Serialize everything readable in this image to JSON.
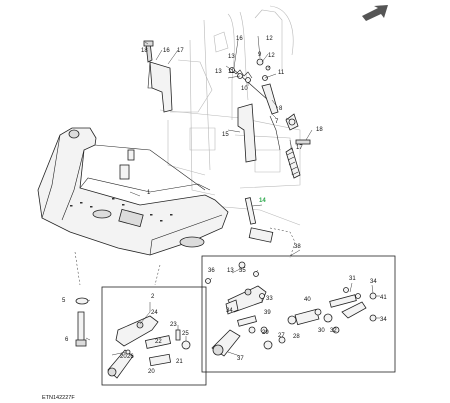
{
  "diagram": {
    "code": "ETN142227F",
    "highlight_color": "#2aa84a",
    "labels": {
      "l1": "1",
      "l2": "2",
      "l5": "5",
      "l6": "6",
      "l7": "7",
      "l8": "8",
      "l9": "9",
      "l10": "10",
      "l11": "11",
      "l12": "12",
      "l13": "13",
      "l14": "14",
      "l15": "15",
      "l16": "16",
      "l17": "17",
      "l18": "18",
      "l20": "20",
      "l21": "21",
      "l22": "22",
      "l23": "23",
      "l24": "24",
      "l25": "25",
      "l26": "26",
      "l27": "27",
      "l28": "28",
      "l29": "29",
      "l30": "30",
      "l31": "31",
      "l32": "32",
      "l33": "33",
      "l34": "34",
      "l35": "35",
      "l36": "36",
      "l37": "37",
      "l38": "38",
      "l39": "39",
      "l40": "40",
      "l41": "41"
    }
  }
}
